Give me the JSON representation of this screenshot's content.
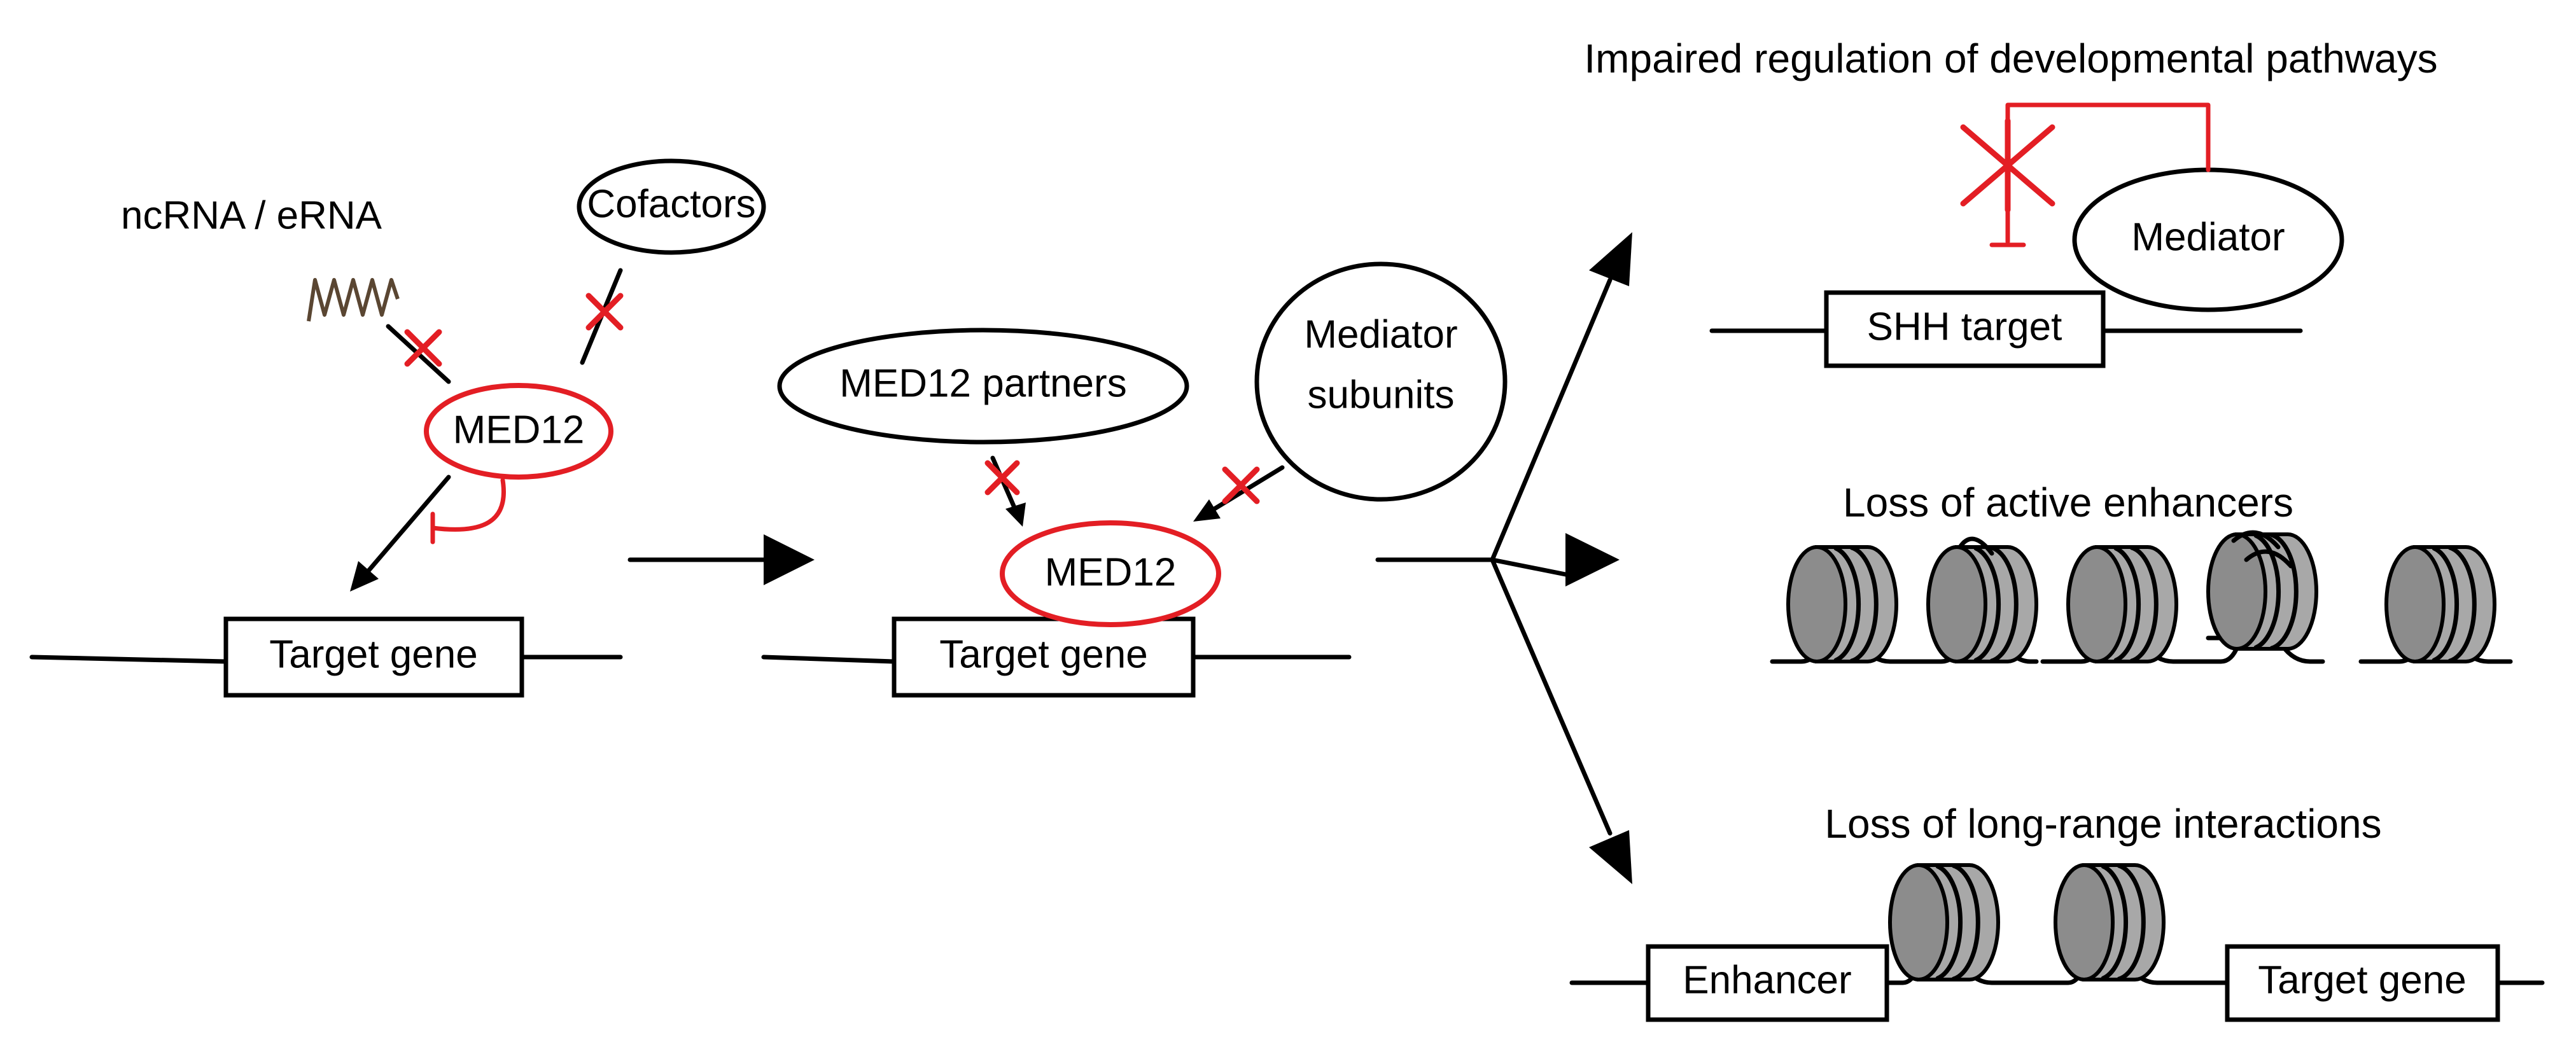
{
  "labels": {
    "ncrna": "ncRNA / eRNA",
    "cofactors": "Cofactors",
    "med12_left": "MED12",
    "target_gene_left": "Target gene",
    "med12_partners": "MED12 partners",
    "mediator_subunits_line1": "Mediator",
    "mediator_subunits_line2": "subunits",
    "med12_mid": "MED12",
    "target_gene_mid": "Target gene",
    "outcome_pathways": "Impaired regulation of developmental pathways",
    "mediator": "Mediator",
    "shh_target": "SHH target",
    "outcome_enhancers": "Loss of active enhancers",
    "outcome_long_range": "Loss of long-range interactions",
    "enhancer": "Enhancer",
    "target_gene_right": "Target gene"
  },
  "colors": {
    "disrupted": "#e31e24",
    "line": "#000000",
    "nucleosome": "#8c8c8c",
    "rna": "#5a4632"
  }
}
